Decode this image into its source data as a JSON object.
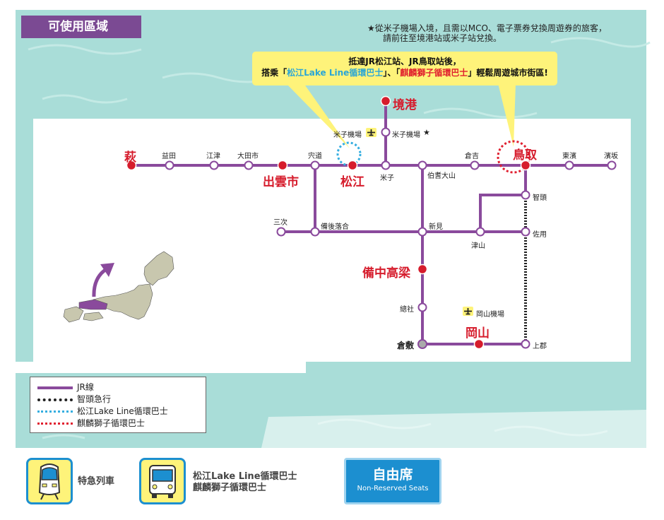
{
  "header": {
    "title": "可使用區域"
  },
  "note": {
    "line1": "★從米子機場入境，且需以MCO、電子票券兌換周遊券的旅客，",
    "line2": "請前往至境港站或米子站兌換。"
  },
  "callout": {
    "line1": "抵達JR松江站、JR鳥取站後，",
    "prefix": "搭乘「",
    "bus1": "松江Lake Line循環巴士",
    "mid": "」、「",
    "bus2": "麒麟獅子循環巴士",
    "suffix": "」輕鬆周遊城市街區!"
  },
  "stations": {
    "hagi": "萩",
    "masuda": "益田",
    "gotsu": "江津",
    "odashi": "大田市",
    "izumoshi": "出雲市",
    "shinji": "宍道",
    "matsue": "松江",
    "yonago": "米子",
    "sakaiminato": "境港",
    "yonago_airport_stn": "米子機場",
    "yonago_airport": "米子機場",
    "hokimizuyama": "伯耆大山",
    "kurayoshi": "倉吉",
    "tottori": "鳥取",
    "higashihama": "東濱",
    "hamasaka": "濱坂",
    "chizu": "智頭",
    "sayo": "佐用",
    "tsuyama": "津山",
    "miyoshi": "三次",
    "bingoochiai": "備後落合",
    "niimi": "新見",
    "bitchutakahashi": "備中高梁",
    "soja": "總社",
    "kurashiki": "倉敷",
    "okayama": "岡山",
    "okayama_airport": "岡山機場",
    "kamigori": "上郡"
  },
  "legend": {
    "jr": "JR線",
    "chizu_express": "智頭急行",
    "lake_line": "松江Lake Line循環巴士",
    "kirin": "麒麟獅子循環巴士"
  },
  "bottom": {
    "express_train": "特急列車",
    "bus_line1": "松江Lake Line循環巴士",
    "bus_line2": "麒麟獅子循環巴士",
    "seats_zh": "自由席",
    "seats_en": "Non-Reserved Seats"
  },
  "colors": {
    "jr_line": "#8a4a9c",
    "major_station": "#d61c2c",
    "lake_line": "#36aee0",
    "kirin": "#e02030",
    "sea": "#a9ddd8",
    "accent_blue": "#1c8fd0",
    "header_bg": "#7b4a93"
  },
  "icons": [
    "airplane-icon",
    "train-icon",
    "bus-icon",
    "japan-map-icon",
    "arrow-icon"
  ]
}
